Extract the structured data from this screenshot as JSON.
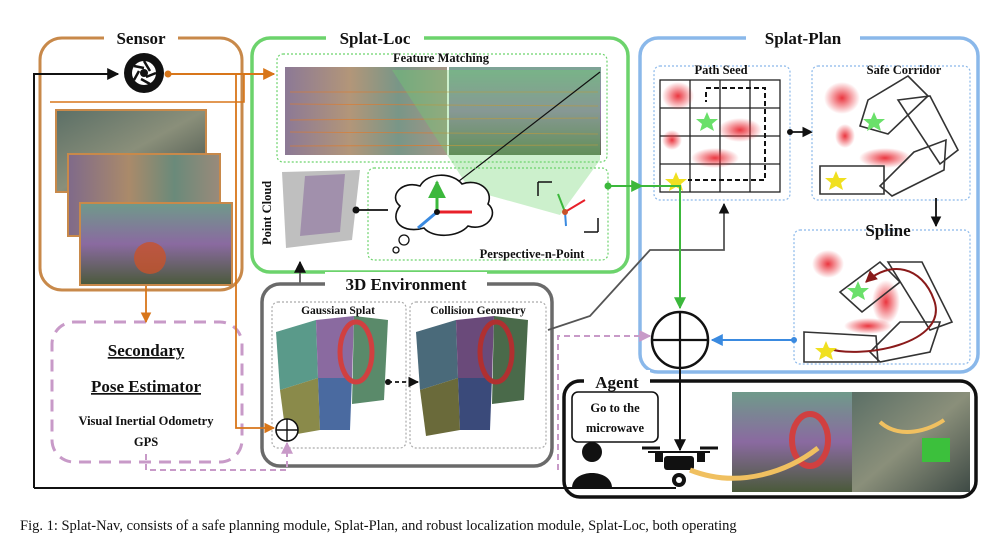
{
  "modules": {
    "sensor": "Sensor",
    "splat_loc": "Splat-Loc",
    "splat_plan": "Splat-Plan",
    "env": "3D Environment",
    "agent": "Agent"
  },
  "loc": {
    "feature_matching": "Feature Matching",
    "point_cloud": "Point Cloud",
    "pnp": "Perspective-n-Point"
  },
  "plan": {
    "path_seed": "Path Seed",
    "safe_corridor": "Safe Corridor",
    "spline": "Spline"
  },
  "env": {
    "gaussian_splat": "Gaussian Splat",
    "collision_geometry": "Collision Geometry"
  },
  "secondary": {
    "line1": "Secondary",
    "line2": "Pose Estimator",
    "item1": "Visual Inertial Odometry",
    "item2": "GPS"
  },
  "agent": {
    "command_line1": "Go to the",
    "command_line2": "microwave"
  },
  "caption": "Fig. 1: Splat-Nav, consists of a safe planning module, Splat-Plan, and robust localization module, Splat-Loc, both operating",
  "colors": {
    "sensor": "#c8894a",
    "loc": "#6cd36c",
    "plan": "#8ab8ea",
    "env": "#6a6a6a",
    "secondary": "#c89ac8",
    "orange_arrow": "#d8761a",
    "green_arrow": "#3cb83c",
    "blue_arrow": "#3a8ae0",
    "trajectory": "#8a1a1a"
  }
}
